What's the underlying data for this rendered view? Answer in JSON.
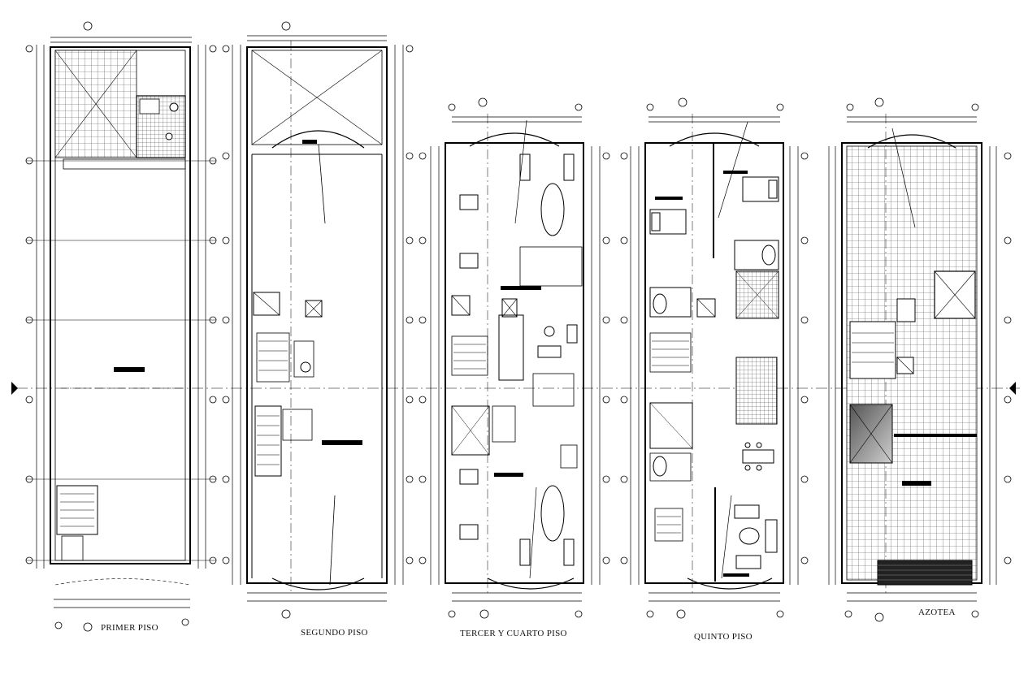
{
  "drawing": {
    "plans": [
      {
        "id": "primer-piso",
        "label": "PRIMER PISO"
      },
      {
        "id": "segundo-piso",
        "label": "SEGUNDO PISO"
      },
      {
        "id": "tercer-cuarto-piso",
        "label": "TERCER Y CUARTO  PISO"
      },
      {
        "id": "quinto-piso",
        "label": "QUINTO  PISO"
      },
      {
        "id": "azotea",
        "label": "AZOTEA"
      }
    ],
    "line_color": "#000000",
    "background": "#ffffff"
  }
}
